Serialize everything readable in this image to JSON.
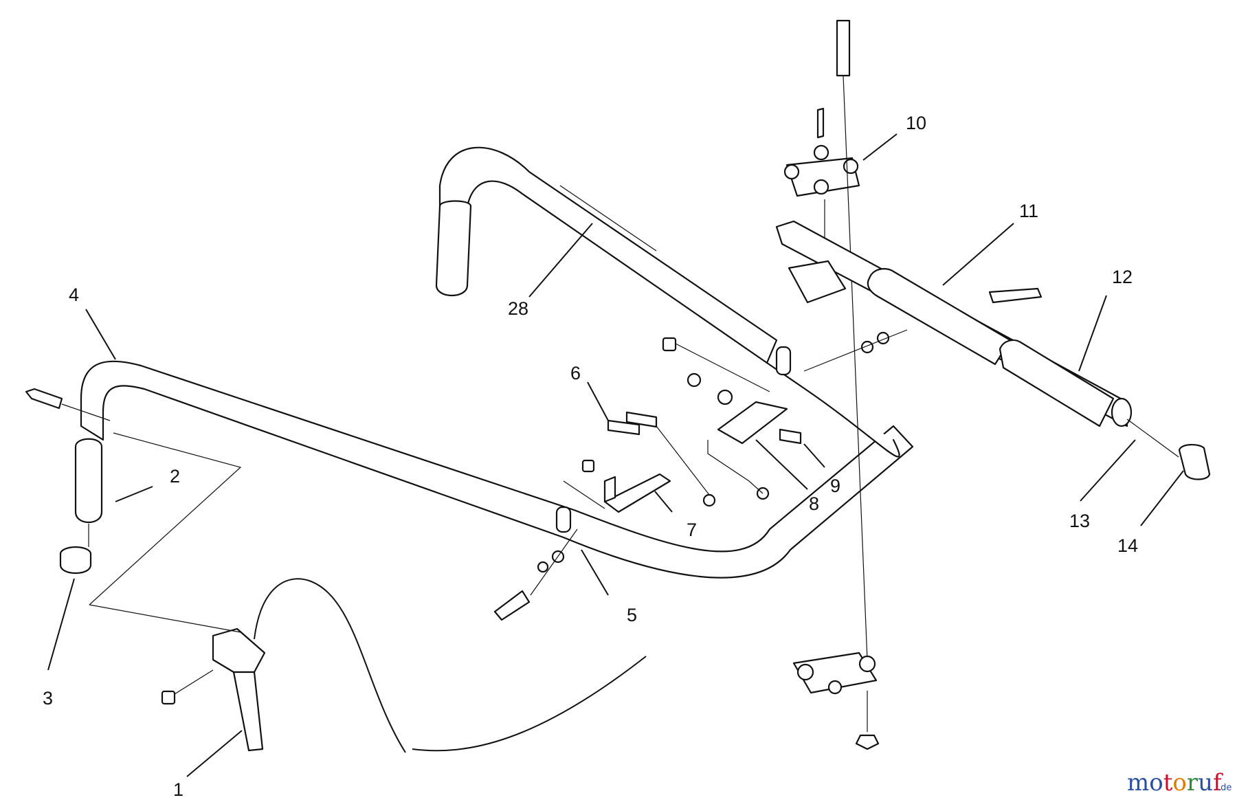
{
  "diagram": {
    "callouts": [
      {
        "id": "c1",
        "text": "1"
      },
      {
        "id": "c2",
        "text": "2"
      },
      {
        "id": "c3",
        "text": "3"
      },
      {
        "id": "c4",
        "text": "4"
      },
      {
        "id": "c5",
        "text": "5"
      },
      {
        "id": "c6",
        "text": "6"
      },
      {
        "id": "c7",
        "text": "7"
      },
      {
        "id": "c8",
        "text": "8"
      },
      {
        "id": "c9",
        "text": "9"
      },
      {
        "id": "c10",
        "text": "10"
      },
      {
        "id": "c11",
        "text": "11"
      },
      {
        "id": "c12",
        "text": "12"
      },
      {
        "id": "c13",
        "text": "13"
      },
      {
        "id": "c14",
        "text": "14"
      },
      {
        "id": "c28",
        "text": "28"
      }
    ]
  },
  "watermark": {
    "brand": "motoruf",
    "suffix": ".de",
    "colors": {
      "blue": "#2a4fa0",
      "red": "#c8102e",
      "green": "#2e8b3a",
      "orange": "#e07b00"
    }
  }
}
